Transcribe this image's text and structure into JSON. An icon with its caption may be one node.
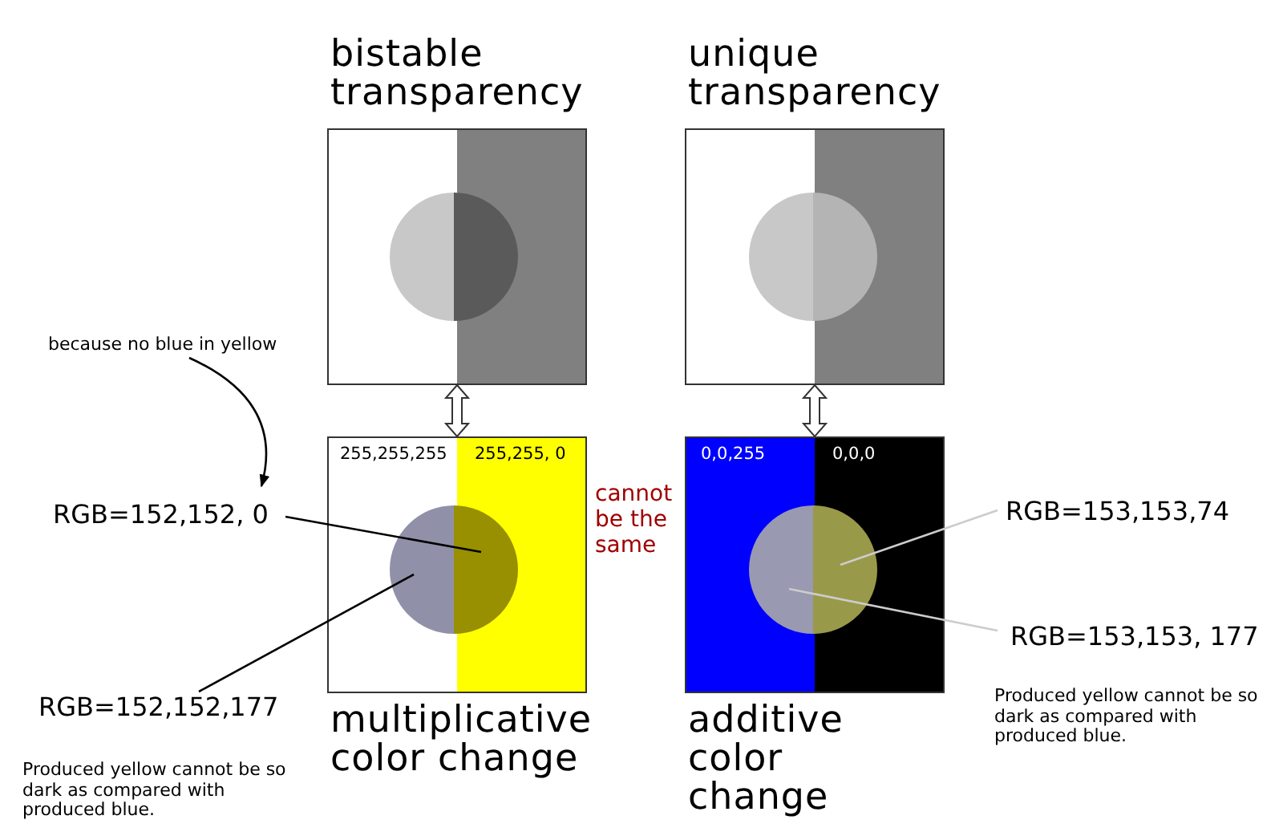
{
  "diagram": {
    "nodes": [
      {
        "text": [
          "bistable transparency"
        ]
      },
      {
        "text": [
          "unique transparency"
        ]
      },
      {
        "text": [
          "255,255,255",
          "255,255, 0",
          "multiplicative color change"
        ]
      },
      {
        "text": [
          "0,0,255",
          "0,0,0",
          "additive color change"
        ]
      },
      {
        "text": [
          "because no blue in yellow"
        ]
      },
      {
        "text": [
          "RGB=152,152, 0"
        ]
      },
      {
        "text": [
          "RGB=152,152,177"
        ]
      },
      {
        "text": [
          "RGB=153,153,74"
        ]
      },
      {
        "text": [
          "RGB=153,153, 177"
        ]
      },
      {
        "text": [],
        "shape": "circle",
        "in": 0
      },
      {
        "text": [],
        "shape": "circle",
        "in": 1
      },
      {
        "text": [],
        "shape": "circle",
        "in": 2
      },
      {
        "text": [],
        "shape": "circle",
        "in": 3
      }
    ],
    "edges": [
      {
        "from": 0,
        "to": 2,
        "arrow": "both"
      },
      {
        "from": 1,
        "to": 3,
        "arrow": "both"
      },
      {
        "from": 4,
        "to": 5,
        "arrow": "to"
      },
      {
        "from": 5,
        "to": 11,
        "arrow": "none"
      },
      {
        "from": 6,
        "to": 11,
        "arrow": "none"
      },
      {
        "from": 7,
        "to": 12,
        "arrow": "none",
        "color": "#cccccc"
      },
      {
        "from": 8,
        "to": 12,
        "arrow": "none",
        "color": "#cccccc"
      }
    ],
    "labels": [
      "cannot be the same",
      "Produced yellow cannot be so dark as compared with produced blue.",
      "Produced yellow cannot be so dark as compared with produced blue."
    ]
  }
}
